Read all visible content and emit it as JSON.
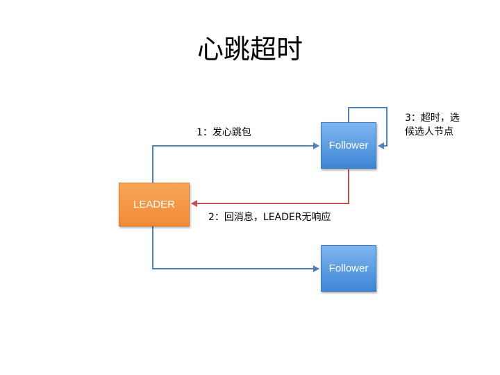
{
  "title": "心跳超时",
  "nodes": {
    "leader": "LEADER",
    "follower_top": "Follower",
    "follower_bottom": "Follower"
  },
  "labels": {
    "step1": "1：发心跳包",
    "step2": "2：回消息，LEADER无响应",
    "step3_line1": "3：超时，选",
    "step3_line2": "候选人节点"
  },
  "colors": {
    "leader": "#f28a34",
    "follower": "#4a8fdc",
    "arrow_blue": "#4f81bd",
    "arrow_red": "#c0504d"
  }
}
